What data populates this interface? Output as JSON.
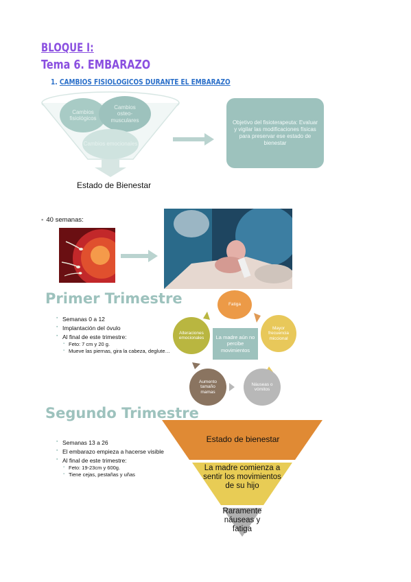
{
  "header": {
    "block": "BLOQUE I:",
    "topic": "Tema 6. EMBARAZO",
    "section_num": "1.",
    "section_title": "CAMBIOS FISIOLOGICOS DURANTE EL EMBARAZO"
  },
  "funnel": {
    "c1": "Cambios fisiológicos",
    "c2": "Cambios osteo-musculares",
    "c3": "Cambios emocionales",
    "result": "Estado de Bienestar"
  },
  "objective": "Objetivo del fisioterapeuta: Evaluar y vigilar las modificaciones físicas para preservar ese estado de bienestar",
  "weeks": "40 semanas:",
  "first": {
    "title": "Primer Trimestre",
    "items": [
      "Semanas 0 a 12",
      "Implantación del óvulo",
      "Al final de este trimestre:"
    ],
    "sub": [
      "Feto: 7 cm y 20 g.",
      "Mueve las piernas, gira la cabeza, deglute…"
    ]
  },
  "cycle": {
    "center": "La madre aún no percibe movimientos",
    "n1": "Fatiga",
    "n2": "Mayor frecuencia miccional",
    "n3": "Náuseas o vómitos",
    "n4": "Aumento tamaño mamas",
    "n5": "Alteraciones emocionales",
    "colors": [
      "#ec9a47",
      "#e8c85a",
      "#b8b8b8",
      "#8a7460",
      "#b9b640"
    ]
  },
  "second": {
    "title": "Segundo Trimestre",
    "items": [
      "Semanas 13 a 26",
      "El embarazo empieza a hacerse visible",
      "Al final de este trimestre:"
    ],
    "sub": [
      "Feto: 19-23cm y 600g.",
      "Tiene cejas, pestañas y uñas"
    ]
  },
  "pyramid": {
    "l1": "Estado de bienestar",
    "l2": "La madre comienza a sentir los movimientos de su hijo",
    "l3": "Raramente náuseas y fatiga",
    "colors": [
      "#e08a34",
      "#e8cc55",
      "#b0b0b0"
    ]
  }
}
